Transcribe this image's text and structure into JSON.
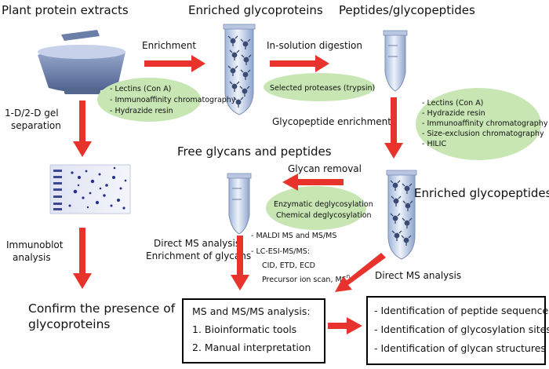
{
  "headings": {
    "plant_protein_extracts": "Plant protein extracts",
    "enriched_glycoproteins": "Enriched glycoproteins",
    "peptides_glycopeptides": "Peptides/glycopeptides",
    "free_glycans_peptides": "Free glycans and peptides",
    "enriched_glycopeptides": "Enriched glycopeptides",
    "confirm_line1": "Confirm the presence of",
    "confirm_line2": "glycoproteins"
  },
  "steps": {
    "enrichment": "Enrichment",
    "in_solution_digestion": "In-solution digestion",
    "gel_line1": "1-D/2-D gel",
    "gel_line2": "separation",
    "glycopeptide_enrichment": "Glycopeptide enrichment",
    "glycan_removal": "Glycan removal",
    "immunoblot_line1": "Immunoblot",
    "immunoblot_line2": "analysis",
    "direct_ms_left": "Direct MS analysis",
    "enrichment_of_glycans": "Enrichment of glycans",
    "direct_ms_right": "Direct MS analysis"
  },
  "ellipses": {
    "enrichment_methods": [
      "- Lectins (Con A)",
      "- Immunoaffinity chromatography",
      "- Hydrazide resin"
    ],
    "proteases": "Selected proteases (trypsin)",
    "glycopeptide_methods": [
      "- Lectins (Con A)",
      "- Hydrazide resin",
      "- Immunoaffinity chromatography",
      "- Size-exclusion chromatography",
      "- HILIC"
    ],
    "deglycosylation": [
      "Enzymatic deglycosylation",
      "Chemical deglycosylation"
    ]
  },
  "ms_methods": {
    "maldi": "- MALDI MS and MS/MS",
    "lc_esi": "- LC-ESI-MS/MS:",
    "cid": "CID, ETD, ECD",
    "precursor": "Precursor ion scan, MS",
    "precursor_sup": "n"
  },
  "analysis_box": {
    "title": "MS and MS/MS analysis:",
    "item1": "1. Bioinformatic tools",
    "item2": "2. Manual interpretation"
  },
  "results_box": {
    "items": [
      "- Identification of peptide sequences",
      "- Identification of glycosylation sites",
      "- Identification of glycan structures"
    ]
  },
  "colors": {
    "arrow_red": "#e8332d",
    "ellipse_green": "#c7e6b3",
    "tube_blue": "#c9d7ec",
    "mortar_blue": "#7f93bd",
    "gel_blue": "#24318c"
  },
  "icons": {
    "mortar": "mortar-and-pestle-icon",
    "tube": "test-tube-icon",
    "beads_tube": "affinity-column-tube-icon",
    "gel": "2d-gel-image-icon"
  }
}
